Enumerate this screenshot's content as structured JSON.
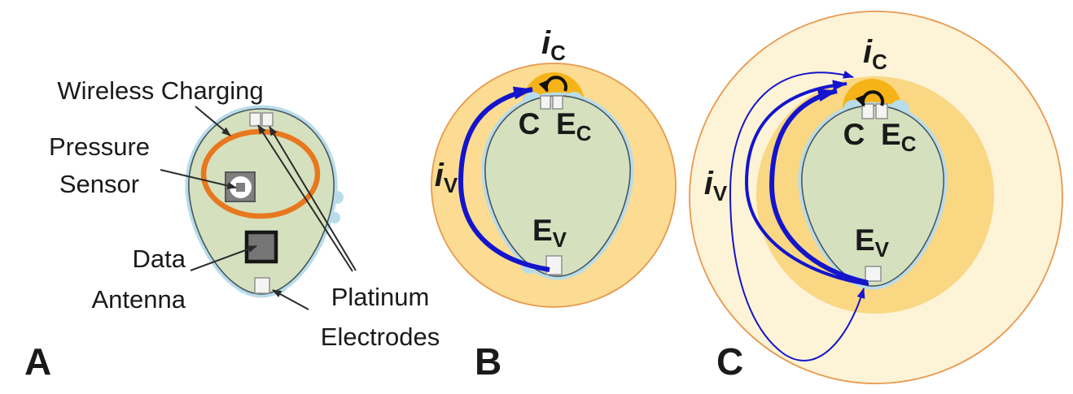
{
  "colors": {
    "body_green": "#d5e0bf",
    "body_outline": "#47565c",
    "membrane_blue": "#b9dcea",
    "coil_orange": "#e8781e",
    "dome_amber": "#f5b317",
    "arrow_blue": "#1414cc",
    "pointer_black": "#2b2b2b",
    "loop_black": "#111111",
    "eye_fill_b": "#fbdc92",
    "eye_border": "#e8994f",
    "eye_outer_c": "#fdf3d6",
    "eye_inner_c": "#f9d783",
    "sensor_gray": "#7f7f7f",
    "sensor_border": "#58595b",
    "antenna_gray": "#757575",
    "antenna_border": "#161616",
    "electrode_fill": "#f4f4f4",
    "electrode_border": "#909090",
    "text_black": "#1a1a1a"
  },
  "panelA": {
    "letter": "A",
    "label_wireless": "Wireless Charging",
    "label_pressure_1": "Pressure",
    "label_pressure_2": "Sensor",
    "label_data_1": "Data",
    "label_data_2": "Antenna",
    "label_platinum_1": "Platinum",
    "label_platinum_2": "Electrodes"
  },
  "panelB": {
    "letter": "B",
    "ic": {
      "main": "i",
      "sub": "C"
    },
    "iv": {
      "main": "i",
      "sub": "V"
    },
    "c": "C",
    "ec": {
      "main": "E",
      "sub": "C"
    },
    "ev": {
      "main": "E",
      "sub": "V"
    }
  },
  "panelC": {
    "letter": "C",
    "ic": {
      "main": "i",
      "sub": "C"
    },
    "iv": {
      "main": "i",
      "sub": "V"
    },
    "c": "C",
    "ec": {
      "main": "E",
      "sub": "C"
    },
    "ev": {
      "main": "E",
      "sub": "V"
    }
  }
}
